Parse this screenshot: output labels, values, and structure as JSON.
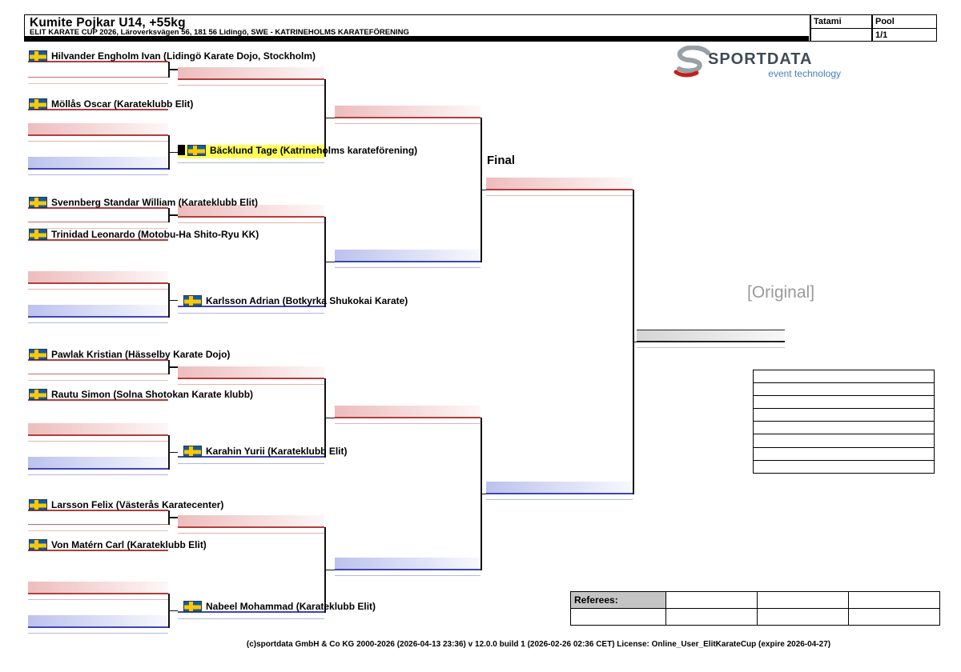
{
  "header": {
    "title": "Kumite Pojkar U14, +55kg",
    "subtitle": "ELIT KARATE CUP 2026, Läroverksvägen 56, 181 56 Lidingö, SWE -  KATRINEHOLMS KARATEFÖRENING",
    "tatami_label": "Tatami",
    "pool_label": "Pool",
    "pool_value": "1/1"
  },
  "logo": {
    "brand": "SPORTDATA",
    "tagline": "event technology"
  },
  "watermark": "[Original]",
  "bracket": {
    "final_label": "Final",
    "round1": [
      {
        "name": "Hilvander Engholm Ivan (Lidingö Karate Dojo, Stockholm)"
      },
      {
        "name": "Möllås Oscar (Karateklubb Elit)"
      },
      {
        "name": "Svennberg Standar William (Karateklubb Elit)"
      },
      {
        "name": "Trinidad Leonardo (Motobu-Ha Shito-Ryu KK)"
      },
      {
        "name": "Pawlak Kristian (Hässelby Karate Dojo)"
      },
      {
        "name": "Rautu Simon (Solna Shotokan Karate klubb)"
      },
      {
        "name": "Larsson Felix (Västerås Karatecenter)"
      },
      {
        "name": "Von Matérn Carl (Karateklubb Elit)"
      }
    ],
    "round2": [
      {
        "name": "Bäcklund Tage (Katrineholms karateförening)",
        "highlighted": true
      },
      {
        "name": "Karlsson Adrian (Botkyrka Shukokai Karate)",
        "highlighted": false
      },
      {
        "name": "Karahin Yurii (Karateklubb Elit)",
        "highlighted": false
      },
      {
        "name": "Nabeel Mohammad (Karateklubb Elit)",
        "highlighted": false
      }
    ]
  },
  "referees_label": "Referees:",
  "footer": "(c)sportdata GmbH & Co KG 2000-2026 (2026-04-13 23:36)  v 12.0.0 build 1 (2026-02-26 02:36 CET) License: Online_User_ElitKarateCup (expire 2026-04-27)",
  "colors": {
    "aka_red": "#b43c3c",
    "ao_blue": "#3c46b4",
    "highlight_yellow": "#ffff5c",
    "flag_blue": "#0f5da8",
    "flag_yellow": "#fdc800"
  }
}
